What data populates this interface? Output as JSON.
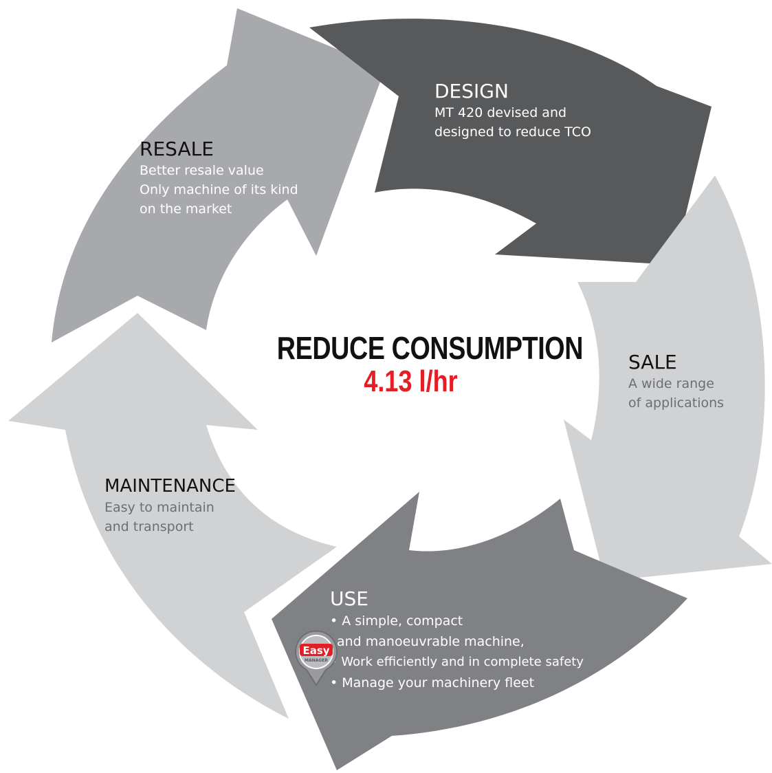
{
  "center": {
    "headline": "REDUCE CONSUMPTION",
    "value": "4.13 l/hr"
  },
  "stages": {
    "design": {
      "title": "DESIGN",
      "lines": [
        "MT 420 devised and",
        "designed to reduce TCO"
      ]
    },
    "sale": {
      "title": "SALE",
      "lines": [
        "A wide range",
        "of applications"
      ]
    },
    "use": {
      "title": "USE",
      "lines": [
        "• A simple, compact",
        "and manoeuvrable machine,",
        "• Work efficiently and in complete safety",
        "• Manage your machinery fleet"
      ]
    },
    "maintenance": {
      "title": "MAINTENANCE",
      "lines": [
        "Easy to maintain",
        "and transport"
      ]
    },
    "resale": {
      "title": "RESALE",
      "lines": [
        "Better resale value",
        "Only machine of its kind",
        "on the market"
      ]
    }
  },
  "badge": {
    "line1": "Easy",
    "line2": "MANAGER"
  },
  "colors": {
    "design": "#58595b",
    "sale": "#d1d2d4",
    "use": "#808184",
    "maintenance": "#d1d2d4",
    "resale": "#a8a9ac",
    "highlight": "#e31e24"
  }
}
